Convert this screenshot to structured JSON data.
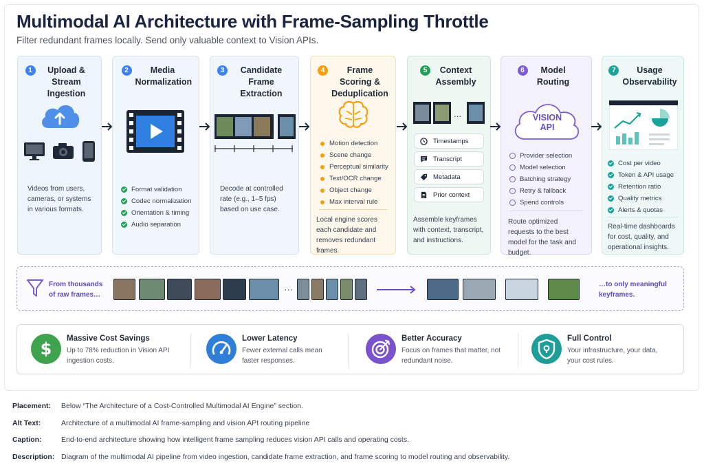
{
  "title": "Multimodal AI Architecture with Frame-Sampling Throttle",
  "subtitle": "Filter redundant frames locally. Send only valuable context to Vision APIs.",
  "stages": [
    {
      "num": "1",
      "title": "Upload & Stream Ingestion",
      "desc": "Videos from users, cameras, or systems in various formats.",
      "color": "#3b82f6",
      "bg": "#eef5fd",
      "border": "#cfe0f3"
    },
    {
      "num": "2",
      "title": "Media Normalization",
      "bullets": [
        "Format validation",
        "Codec normalization",
        "Orientation & timing",
        "Audio separation"
      ],
      "color": "#3b82f6",
      "bg": "#f1f6fc",
      "border": "#d6e2ef"
    },
    {
      "num": "3",
      "title": "Candidate Frame Extraction",
      "desc": "Decode at controlled rate (e.g., 1–5 fps) based on use case.",
      "color": "#3b82f6",
      "bg": "#f1f6fc",
      "border": "#d6e2ef"
    },
    {
      "num": "4",
      "title": "Frame Scoring & Deduplication",
      "bullets": [
        "Motion detection",
        "Scene change",
        "Perceptual similarity",
        "Text/OCR change",
        "Object change",
        "Max interval rule"
      ],
      "desc": "Local engine scores each candidate and removes redundant frames.",
      "color": "#f59e0b",
      "bg": "#fef8ec",
      "border": "#f5dfb0"
    },
    {
      "num": "5",
      "title": "Context Assembly",
      "items": [
        "Timestamps",
        "Transcript",
        "Metadata",
        "Prior context"
      ],
      "desc": "Assemble keyframes with context, transcript, and instructions.",
      "color": "#22a05a",
      "bg": "#eef7f1",
      "border": "#cfe6d7"
    },
    {
      "num": "6",
      "title": "Model Routing",
      "cloud": "VISION API",
      "bullets": [
        "Provider selection",
        "Model selection",
        "Batching strategy",
        "Retry & fallback",
        "Spend controls"
      ],
      "desc": "Route optimized requests to the best model for the task and budget.",
      "color": "#7c5cd6",
      "bg": "#f3f1fb",
      "border": "#dcd7f1"
    },
    {
      "num": "7",
      "title": "Usage Observability",
      "bullets": [
        "Cost per video",
        "Token & API usage",
        "Retention ratio",
        "Quality metrics",
        "Alerts & quotas"
      ],
      "desc": "Real-time dashboards for cost, quality, and operational insights.",
      "color": "#1aa39a",
      "bg": "#edf8f7",
      "border": "#cbe8e5"
    }
  ],
  "strip": {
    "left": "From thousands of raw frames…",
    "right": "…to only meaningful keyframes.",
    "ellipsis": "…"
  },
  "benefits": [
    {
      "title": "Massive Cost Savings",
      "desc": "Up to 78% reduction in Vision API ingestion costs.",
      "icon": "dollar-icon",
      "color": "#3fa34d"
    },
    {
      "title": "Lower Latency",
      "desc": "Fewer external calls mean faster responses.",
      "icon": "speedometer-icon",
      "color": "#2f7fd9"
    },
    {
      "title": "Better Accuracy",
      "desc": "Focus on frames that matter, not redundant noise.",
      "icon": "target-icon",
      "color": "#7a52cc"
    },
    {
      "title": "Full Control",
      "desc": "Your infrastructure, your data, your cost rules.",
      "icon": "shield-icon",
      "color": "#1e9e98"
    }
  ],
  "meta": [
    {
      "key": "Placement:",
      "value": "Below “The Architecture of a Cost-Controlled Multimodal AI Engine” section."
    },
    {
      "key": "Alt Text:",
      "value": "Architecture of a multimodal AI frame-sampling and vision API routing pipeline"
    },
    {
      "key": "Caption:",
      "value": "End-to-end architecture showing how intelligent frame sampling reduces vision API calls and operating costs."
    },
    {
      "key": "Description:",
      "value": "Diagram of the multimodal AI pipeline from video ingestion, candidate frame extraction, and frame scoring to model routing and observability."
    }
  ]
}
